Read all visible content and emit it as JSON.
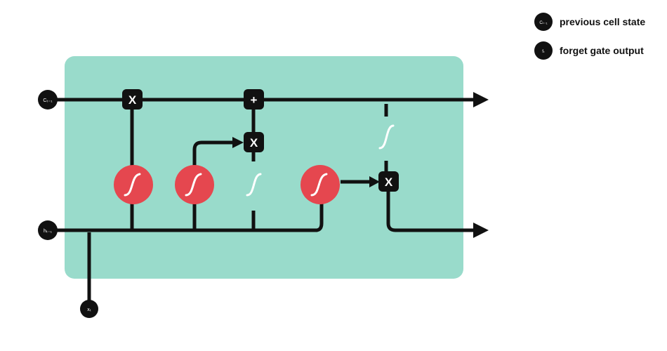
{
  "colors": {
    "cell_background": "#99dbcb",
    "line": "#111111",
    "gate": "#e5474f",
    "node": "#111111",
    "text_light": "#ffffff"
  },
  "inputs": {
    "cell_state": "Cₜ₋₁",
    "hidden_state": "hₜ₋₁",
    "x_input": "xₜ"
  },
  "operations": {
    "multiply": "X",
    "add": "+"
  },
  "icons": {
    "sigmoid": "sigmoid-curve-icon",
    "tanh": "tanh-curve-icon"
  },
  "legend": [
    {
      "symbol": "Cₜ₋₁",
      "label": "previous cell state"
    },
    {
      "symbol": "fₜ",
      "label": "forget gate output"
    }
  ]
}
